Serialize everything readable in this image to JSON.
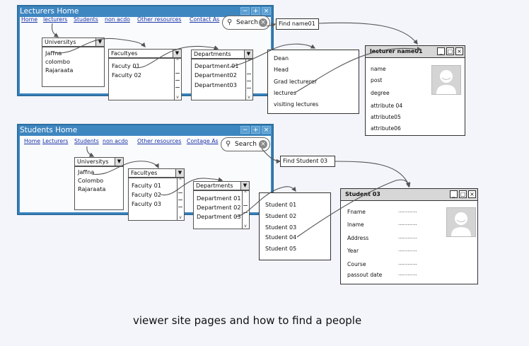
{
  "lecturers_window": {
    "title": "Lecturers Home",
    "controls": [
      "−",
      "+",
      "×"
    ],
    "nav": [
      "Home",
      "lecturers",
      "Students",
      "non acdo",
      "Other resources",
      "Contact As"
    ],
    "search_label": "Search",
    "university_combo": "Universitys",
    "universities": [
      "Jaffna",
      "colombo",
      "Rajaraata"
    ],
    "faculty_combo": "Facultyes",
    "faculties": [
      "Facuty 01",
      "Faculty 02"
    ],
    "department_combo": "Departments",
    "departments": [
      "Department 01",
      "Department02",
      "Department03"
    ]
  },
  "lecturer_roles": [
    "Dean",
    "Head",
    "Grad lecturerer",
    "lectures",
    "visiting lectures"
  ],
  "lecturer_find": "Find name01",
  "lecturer_profile": {
    "title": "lecturer name01",
    "fields": [
      "name",
      "post",
      "degree",
      "attribute 04",
      "attribute05",
      "attribute06"
    ]
  },
  "students_window": {
    "title": "Students Home",
    "controls": [
      "−",
      "+",
      "×"
    ],
    "nav": [
      "Home",
      "Lecturers",
      "Students",
      "non acdo",
      "Other resources",
      "Contage As"
    ],
    "search_label": "Search",
    "university_combo": "Universitys",
    "universities": [
      "Jaffna",
      "Colombo",
      "Rajaraata"
    ],
    "faculty_combo": "Facultyes",
    "faculties": [
      "Faculty 01",
      "Faculty 02",
      "Faculty 03"
    ],
    "department_combo": "Departments",
    "departments": [
      "Department 01",
      "Department 02",
      "Department 03"
    ]
  },
  "student_list": [
    "Student 01",
    "Student 02",
    "Student 03",
    "Student 04",
    "Student 05"
  ],
  "student_find": "Find Student 03",
  "student_profile": {
    "title": "Student 03",
    "fields": [
      "Fname",
      "lname",
      "Address",
      "Year",
      "Course",
      "passout date"
    ],
    "placeholder": "............"
  },
  "caption": "viewer site pages and how to find a people",
  "colors": {
    "window": "#3e86c0",
    "link": "#1a33a6",
    "arrow": "#555555"
  }
}
